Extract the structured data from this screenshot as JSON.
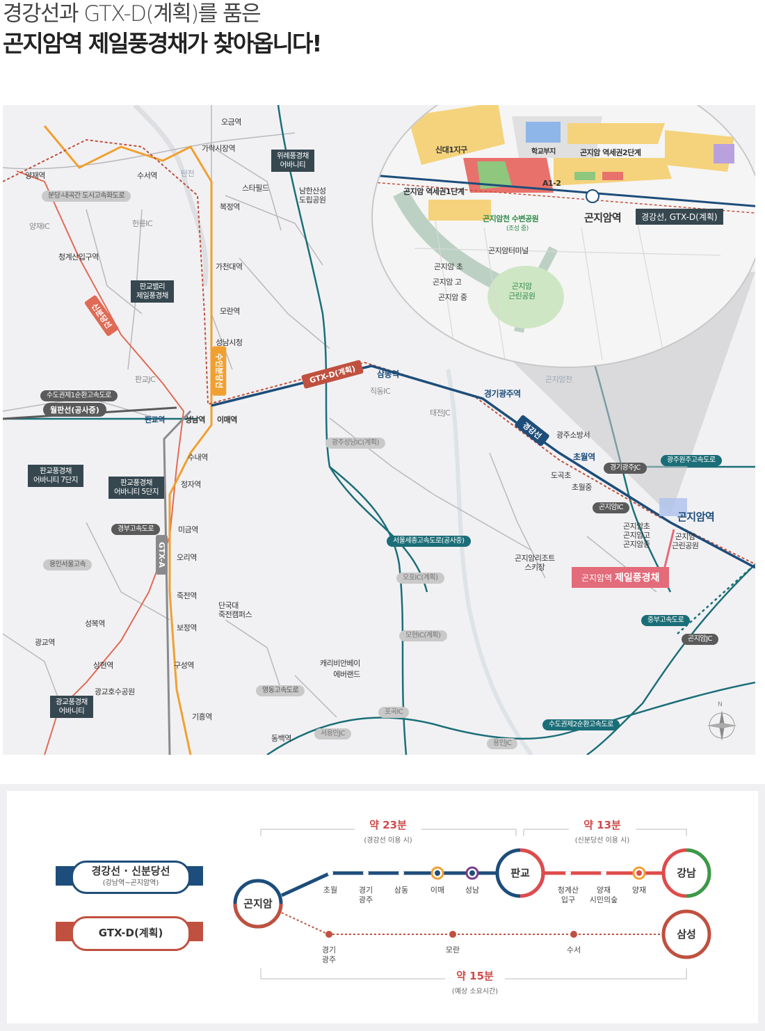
{
  "headline": {
    "line1": "경강선과 GTX-D(계획)를 품은",
    "line2": "곤지암역 제일풍경채가 찾아옵니다!"
  },
  "stations": {
    "yangjae": "양재역",
    "suseo": "수서역",
    "ogeum": "오금역",
    "garak": "가락시장역",
    "bokjeong": "복정역",
    "gacheon": "가천대역",
    "moran": "모란역",
    "seongnam_city": "성남시청",
    "cheonggye": "청계산입구역",
    "pangyo": "판교역",
    "seongnam": "성남역",
    "imae": "이매역",
    "samdong": "삼동역",
    "gyeonggi_gwangju": "경기광주역",
    "chowol": "초월역",
    "gonjiam": "곤지암역",
    "sunae": "수내역",
    "jeongja": "정자역",
    "migeum": "미금역",
    "ori": "오리역",
    "jukjeon": "죽전역",
    "bojeong": "보정역",
    "guseong": "구성역",
    "giheung": "기흥역",
    "dongbaek": "동백역",
    "seongbok": "성복역",
    "gwanggyo": "광교역",
    "sanghyeon": "상현역"
  },
  "places": {
    "tancheon": "탄천",
    "starfield": "스타필드",
    "namhansan": "남한산성\n도립공원",
    "gwangjusobang": "광주소방서",
    "dogokcho": "도곡초",
    "chowoljung": "초월중",
    "gonjiam_schools": "곤지암초\n곤지암고\n곤지암중",
    "gonjiam_park": "곤지암\n근린공원",
    "gonjiam_resort": "곤지암리조트\n스키장",
    "dankook": "단국대\n죽전캠퍼스",
    "gwanggyo_park": "광교호수공원",
    "caribbean": "캐리비안베이\n에버랜드",
    "gonjiamcheon": "곤지암천"
  },
  "ic": {
    "yangjae": "양재IC",
    "heolleung": "헌릉IC",
    "pangyo": "판교JC",
    "jikdong": "직동IC",
    "taejeon": "태전JC",
    "gonjiam": "곤지암IC",
    "gyeonggi_gwangju": "경기광주JC",
    "opo": "오포IC(계획)",
    "mohyeon": "모현IC(계획)",
    "pogok": "포곡IC",
    "seoyongin": "서용인JC",
    "yongin": "용인JC",
    "gonjiam_jc": "곤지암JC",
    "gwangju_seongnam": "광주성남IC(계획)"
  },
  "roads": {
    "bundang_naegok": "분당-내곡간 도시고속화도로",
    "capital_ring1": "수도권제1순환고속도로",
    "gyeongbu": "경부고속도로",
    "yongin_seoul": "용인서울고속",
    "seoul_sejong": "서울세종고속도로(공사중)",
    "yeongdong": "영동고속도로",
    "jungbu": "중부고속도로",
    "gwangju_wonju": "광주원주고속도로",
    "capital_ring2": "수도권제2순환고속도로"
  },
  "lines": {
    "sinbundang": "신분당선",
    "suin_bundang": "수인분당선",
    "gtx_d": "GTX-D(계획)",
    "gyeonggang": "경강선",
    "wolpan": "월판선(공사중)",
    "gtx_a": "GTX-A"
  },
  "complexes": {
    "wirye": "위례풍경채\n어바니티",
    "pangyo_valley": "판교밸리\n제일풍경채",
    "pangyo7": "판교풍경채\n어바니티 7단지",
    "pangyo5": "판교풍경채\n어바니티 5단지",
    "gwanggyo": "광교풍경채\n어바니티"
  },
  "site_label": {
    "prefix": "곤지암역 ",
    "name": "제일풍경채"
  },
  "compass": "N",
  "inset": {
    "sindae1": "신대1지구",
    "school": "학교부지",
    "station_area2": "곤지암 역세권2단계",
    "station_area1": "곤지암 역세권1단계",
    "a12": "A1-2",
    "station": "곤지암역",
    "station_lines": "경강선, GTX-D(계획)",
    "waterside_park": "곤지암천 수변공원",
    "waterside_note": "(조성 중)",
    "terminal": "곤지암터미널",
    "schools": [
      "곤지암 초",
      "곤지암 고",
      "곤지암 중"
    ],
    "park": "곤지암\n근린공원"
  },
  "colors": {
    "gyeonggang": "#1d4d7a",
    "gtx_d": "#c0503f",
    "sinbundang": "#e06a55",
    "suin_bundang": "#f0a030",
    "green": "#3a9a4a",
    "teal": "#1b6e78",
    "pink": "#e36b7a"
  },
  "legend": {
    "gyeonggang_title": "경강선 · 신분당선",
    "gyeonggang_sub": "(강남역~곤지암역)",
    "gtx_title": "GTX-D(계획)"
  },
  "route": {
    "gonjiam": "곤지암",
    "pangyo": "판교",
    "gangnam": "강남",
    "samseong": "삼성",
    "t1": {
      "time": "약 23분",
      "note": "(경강선 이용 시)"
    },
    "t2": {
      "time": "약 13분",
      "note": "(신분당선 이용 시)"
    },
    "t3": {
      "time": "약 15분",
      "note": "(예상 소요시간)"
    },
    "upper_stops": [
      "초월",
      "경기\n광주",
      "삼동",
      "이매",
      "성남"
    ],
    "mid_stops": [
      "청계산\n입구",
      "양재\n시민의숲",
      "양재"
    ],
    "lower_stops": [
      "경기\n광주",
      "모란",
      "수서"
    ]
  }
}
